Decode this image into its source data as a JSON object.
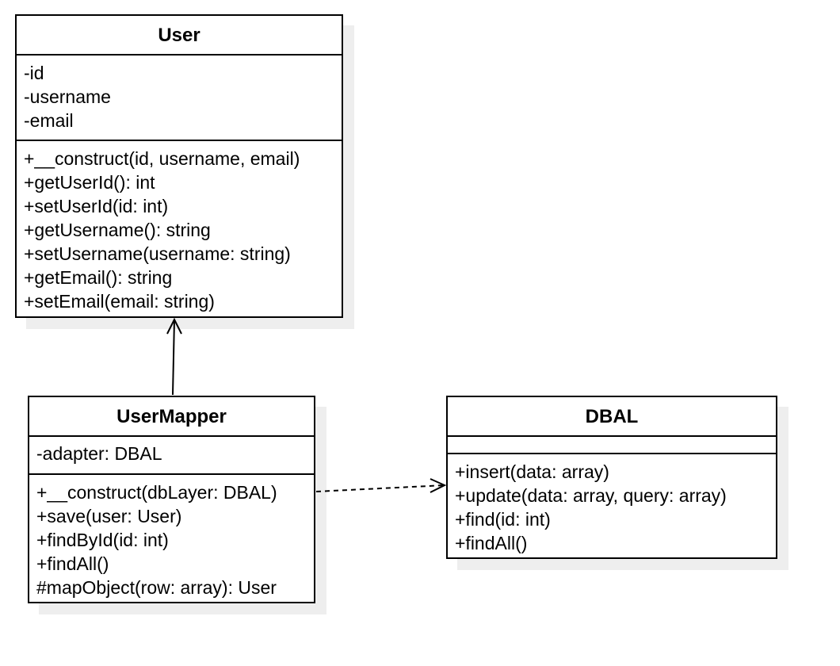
{
  "classes": {
    "user": {
      "name": "User",
      "attributes": [
        "-id",
        "-username",
        "-email"
      ],
      "methods": [
        "+__construct(id, username, email)",
        "+getUserId(): int",
        "+setUserId(id: int)",
        "+getUsername(): string",
        "+setUsername(username: string)",
        "+getEmail(): string",
        "+setEmail(email: string)"
      ]
    },
    "mapper": {
      "name": "UserMapper",
      "attributes": [
        "-adapter: DBAL"
      ],
      "methods": [
        "+__construct(dbLayer: DBAL)",
        "+save(user: User)",
        "+findById(id: int)",
        "+findAll()",
        "#mapObject(row: array): User"
      ]
    },
    "dbal": {
      "name": "DBAL",
      "attributes": [],
      "methods": [
        "+insert(data: array)",
        "+update(data: array, query: array)",
        "+find(id: int)",
        "+findAll()"
      ]
    }
  },
  "relations": [
    {
      "from": "UserMapper",
      "to": "User",
      "kind": "association"
    },
    {
      "from": "UserMapper",
      "to": "DBAL",
      "kind": "dependency"
    }
  ]
}
